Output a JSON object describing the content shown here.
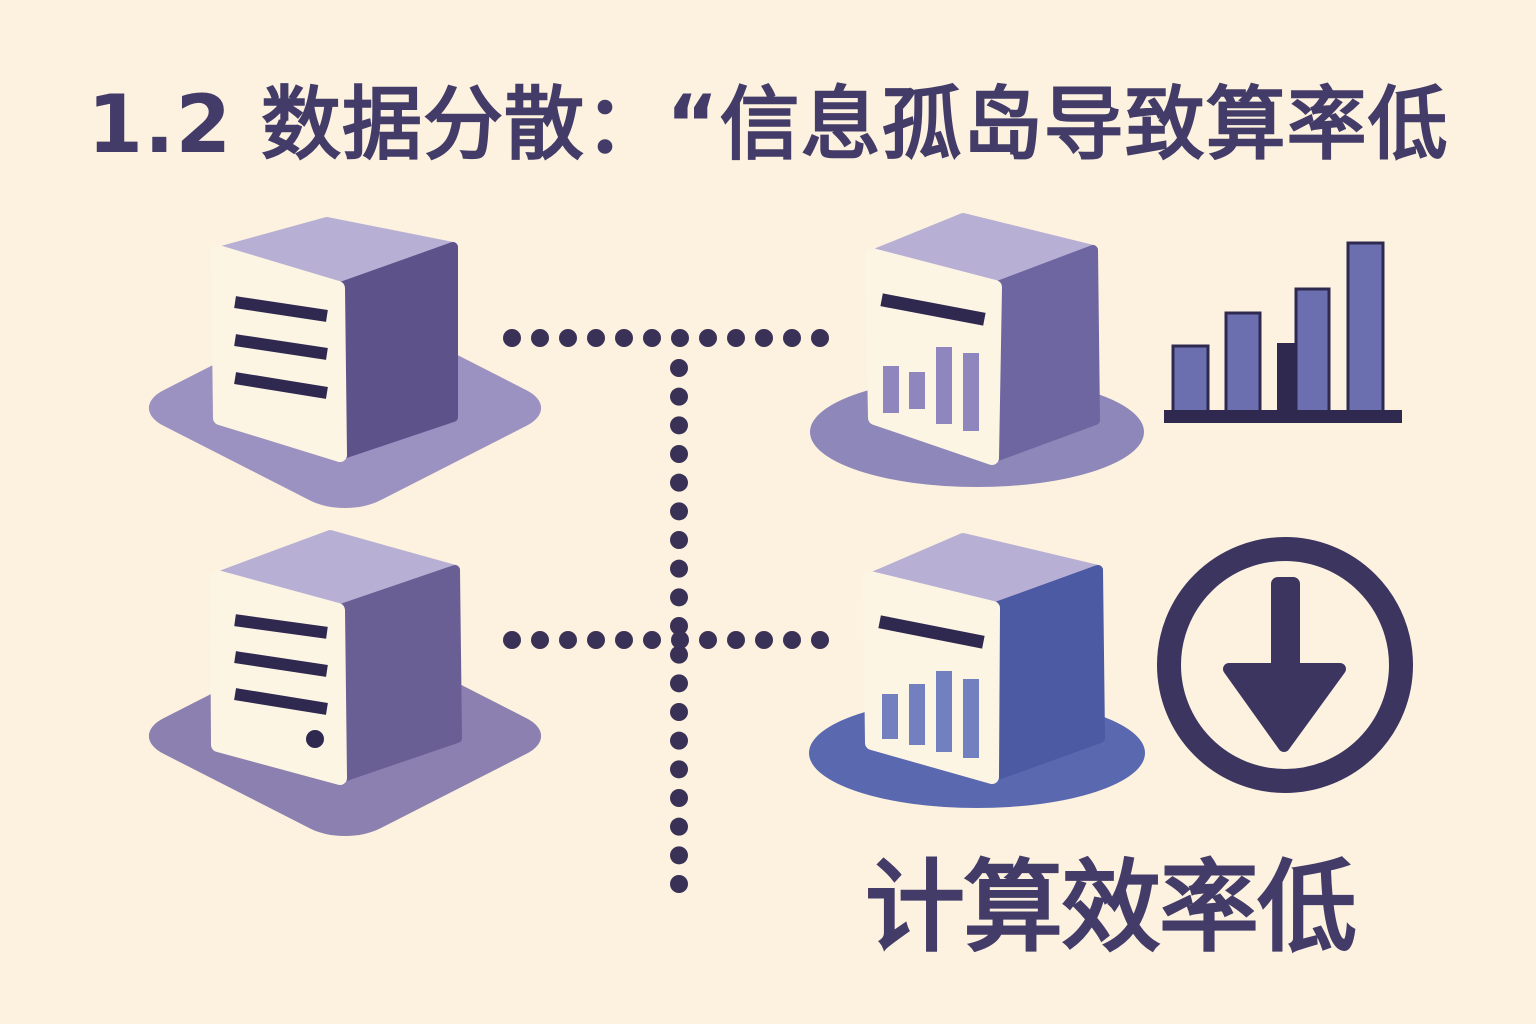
{
  "title": "1.2 数据分散：“信息孤岛导致算率低",
  "caption": "计算效率低",
  "icons": {
    "server_top_left": "server-cube-icon",
    "server_bottom_left": "server-cube-icon",
    "server_top_right": "server-cube-chart-icon",
    "server_bottom_right": "server-cube-chart-icon",
    "growth_chart": "bar-chart-icon",
    "efficiency_down": "down-arrow-circle-icon",
    "connectors": "dotted-line"
  },
  "colors": {
    "background": "#fcf2df",
    "ink": "#3b3560",
    "ink_dark": "#2f2950",
    "dot": "#3a3157",
    "cube_top": "#b8b0d4",
    "cube_front": "#fdf5e4",
    "cube_right_tl": "#5d538a",
    "cube_right_tr": "#6e66a0",
    "cube_right_bl": "#6a5f94",
    "cube_right_br": "#4c59a3",
    "platform_tl": "#9c92c1",
    "platform_tr": "#8e87ba",
    "platform_bl": "#8b80af",
    "platform_br": "#5a68b0",
    "mini_bars_tr": "#8e86bd",
    "mini_bars_br": "#7280bf",
    "chart_bar": "#6b6fb0"
  }
}
